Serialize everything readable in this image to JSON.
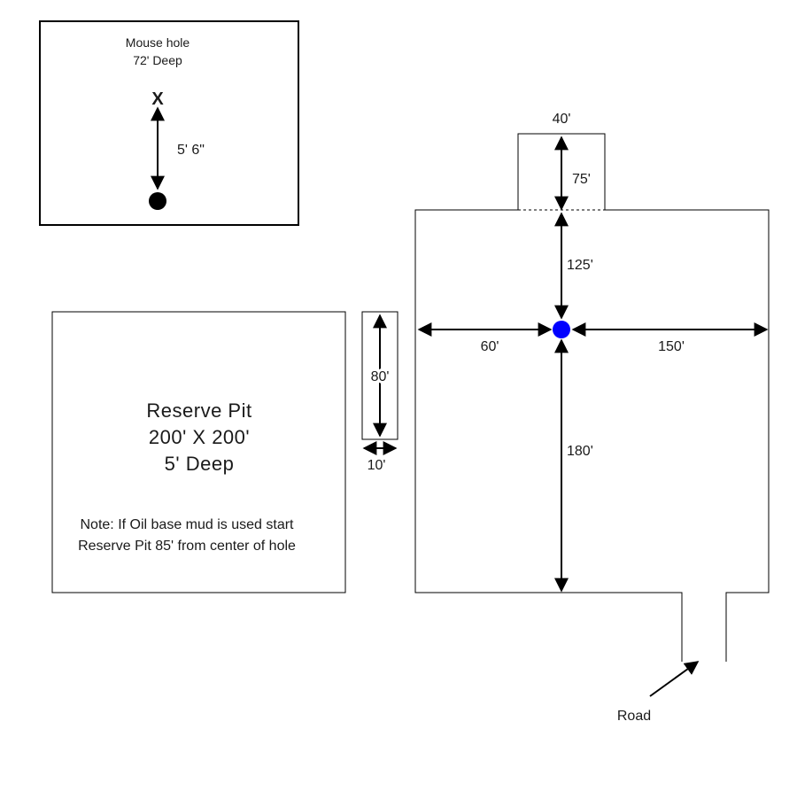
{
  "mousehole": {
    "title": "Mouse hole",
    "depth": "72' Deep",
    "marker": "X",
    "distance": "5' 6\""
  },
  "reserve_pit": {
    "title": "Reserve Pit",
    "size": "200' X 200'",
    "depth": "5' Deep",
    "note_line1": "Note: If Oil base mud is used start",
    "note_line2": "Reserve Pit 85' from center of hole"
  },
  "small_pad": {
    "length": "80'",
    "width": "10'"
  },
  "pad": {
    "top_extension_width": "40'",
    "top_extension_depth": "75'",
    "to_top": "125'",
    "to_left": "60'",
    "to_right": "150'",
    "to_bottom": "180'",
    "well_color": "#0000ff"
  },
  "road": {
    "label": "Road"
  }
}
